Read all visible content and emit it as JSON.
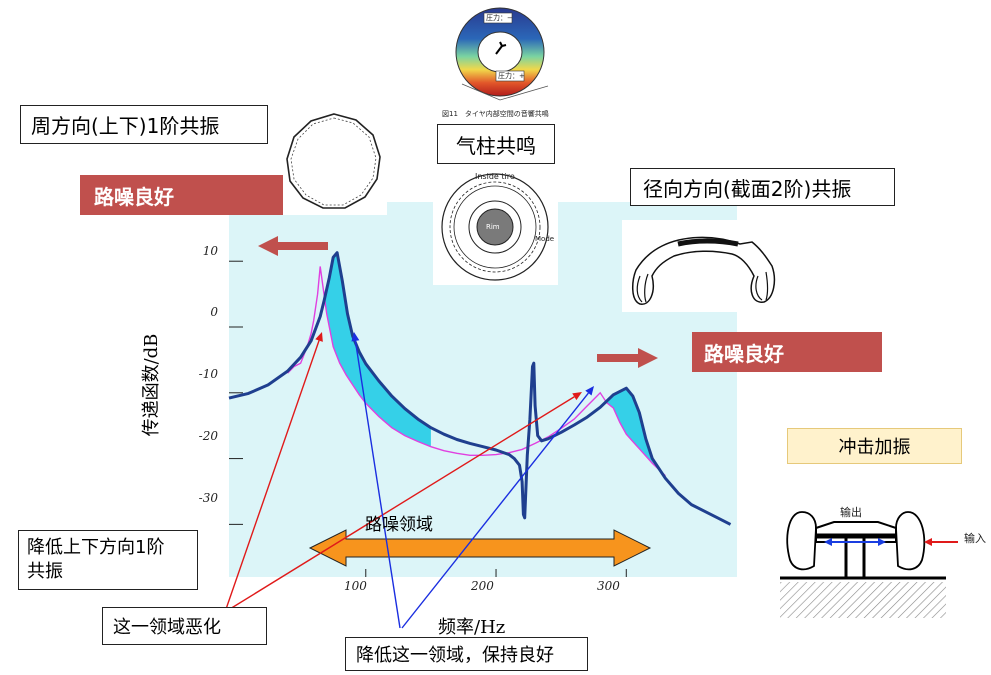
{
  "labels": {
    "circumferential": "周方向(上下)1阶共振",
    "air_column": "气柱共鸣",
    "radial": "径向方向(截面2阶)共振",
    "good_left": "路噪良好",
    "good_right": "路噪良好",
    "impact": "冲击加振",
    "reduce_first": "降低上下方向1阶\n共振",
    "worsen": "这一领域恶化",
    "reduce_keep": "降低这一领域，保持良好",
    "road_noise_region": "路噪领域",
    "output": "输出",
    "input": "输入"
  },
  "inset": {
    "pressure_minus": "圧力：−",
    "pressure_plus": "圧力：+",
    "caption": "図11　タイヤ内部空間の音響共鳴",
    "inside_tire": "Inside tire",
    "rim": "Rim",
    "mode": "Mode"
  },
  "colors": {
    "plot_bg": "#dcf5f8",
    "curve_before": "#1f3f8f",
    "curve_after": "#e040e0",
    "fill": "#35d0e8",
    "banner": "#c0504d",
    "impact_bg": "#fff2cc",
    "region_arrow": "#f7941d"
  },
  "chart_data": {
    "type": "line",
    "xlabel": "频率/Hz",
    "ylabel": "传递函数/dB",
    "x_ticks": [
      100,
      200,
      300
    ],
    "y_ticks": [
      10,
      0,
      -10,
      -20,
      -30
    ],
    "xlim": [
      -5,
      385
    ],
    "ylim": [
      -38,
      19
    ],
    "series": [
      {
        "key": "before",
        "x": [
          -5,
          10,
          25,
          40,
          50,
          58,
          65,
          68,
          72,
          75,
          78,
          82,
          86,
          90,
          95,
          100,
          110,
          120,
          130,
          140,
          150,
          160,
          170,
          180,
          190,
          200,
          210,
          214,
          218,
          220,
          221,
          222,
          224,
          226,
          228,
          229,
          230,
          232,
          235,
          240,
          250,
          260,
          270,
          280,
          290,
          300,
          305,
          310,
          315,
          320,
          330,
          340,
          350,
          360,
          370,
          380
        ],
        "y": [
          -10.8,
          -10.1,
          -8.8,
          -6.7,
          -4.6,
          -2.1,
          1.6,
          4.0,
          7.5,
          10.6,
          11.3,
          7.0,
          2.0,
          -1.4,
          -3.8,
          -5.6,
          -8.2,
          -10.5,
          -12.4,
          -14.0,
          -15.3,
          -16.3,
          -17.1,
          -17.7,
          -18.2,
          -18.7,
          -19.4,
          -20.0,
          -21.0,
          -23.5,
          -28.5,
          -29.0,
          -19.5,
          -14.0,
          -6.0,
          -5.5,
          -12.0,
          -16.5,
          -17.3,
          -17.0,
          -16.0,
          -14.9,
          -13.7,
          -12.2,
          -10.3,
          -9.3,
          -10.5,
          -13.0,
          -17.0,
          -20.0,
          -23.0,
          -25.3,
          -27.0,
          -28.0,
          -29.0,
          -30.0
        ]
      },
      {
        "key": "after",
        "x": [
          40,
          45,
          50,
          55,
          58,
          60,
          63,
          65,
          70,
          75,
          80,
          85,
          90,
          95,
          100,
          110,
          120,
          130,
          140,
          150,
          160,
          170,
          180,
          190,
          200,
          210,
          220,
          230,
          240,
          250,
          260,
          265,
          270,
          275,
          280,
          285,
          290,
          295,
          300,
          310,
          320,
          330
        ],
        "y": [
          -7.0,
          -6.0,
          -5.5,
          -3.0,
          -1.0,
          1.0,
          5.0,
          9.2,
          2.0,
          -3.0,
          -5.5,
          -7.3,
          -8.8,
          -10.3,
          -11.6,
          -13.6,
          -15.3,
          -16.5,
          -17.4,
          -18.2,
          -18.8,
          -19.2,
          -19.5,
          -19.5,
          -19.4,
          -19.1,
          -18.6,
          -17.7,
          -16.7,
          -15.4,
          -14.0,
          -13.0,
          -12.0,
          -11.0,
          -10.0,
          -11.5,
          -12.3,
          -14.5,
          -16.3,
          -18.5,
          -20.7,
          -22.6
        ]
      }
    ]
  }
}
